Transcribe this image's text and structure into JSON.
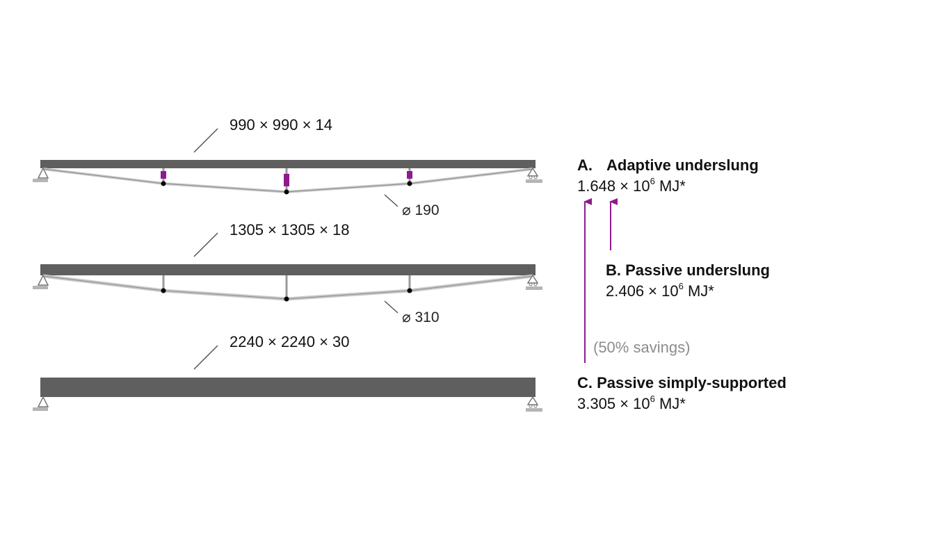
{
  "beams": {
    "a": {
      "section": "990 × 990 × 14",
      "cable_diameter": "⌀ 190"
    },
    "b": {
      "section": "1305 × 1305 × 18",
      "cable_diameter": "⌀ 310"
    },
    "c": {
      "section": "2240 × 2240 × 30"
    }
  },
  "options": {
    "a": {
      "letter": "A.",
      "title": "Adaptive underslung",
      "energy_prefix": "1.648 × 10",
      "energy_exp": "6",
      "energy_unit": " MJ*"
    },
    "b": {
      "letter": "B.",
      "title": "Passive underslung",
      "energy_prefix": "2.406 × 10",
      "energy_exp": "6",
      "energy_unit": " MJ*"
    },
    "c": {
      "letter": "C.",
      "title": "Passive simply-supported",
      "energy_prefix": "3.305 × 10",
      "energy_exp": "6",
      "energy_unit": " MJ*"
    }
  },
  "savings_label": "(50% savings)",
  "colors": {
    "beam": "#5f5f5f",
    "cable": "#c9c9c9",
    "strut": "#9a9a9a",
    "actuator": "#8e1a8e",
    "arrow": "#8e1a8e",
    "support": "#b5b5b5"
  }
}
